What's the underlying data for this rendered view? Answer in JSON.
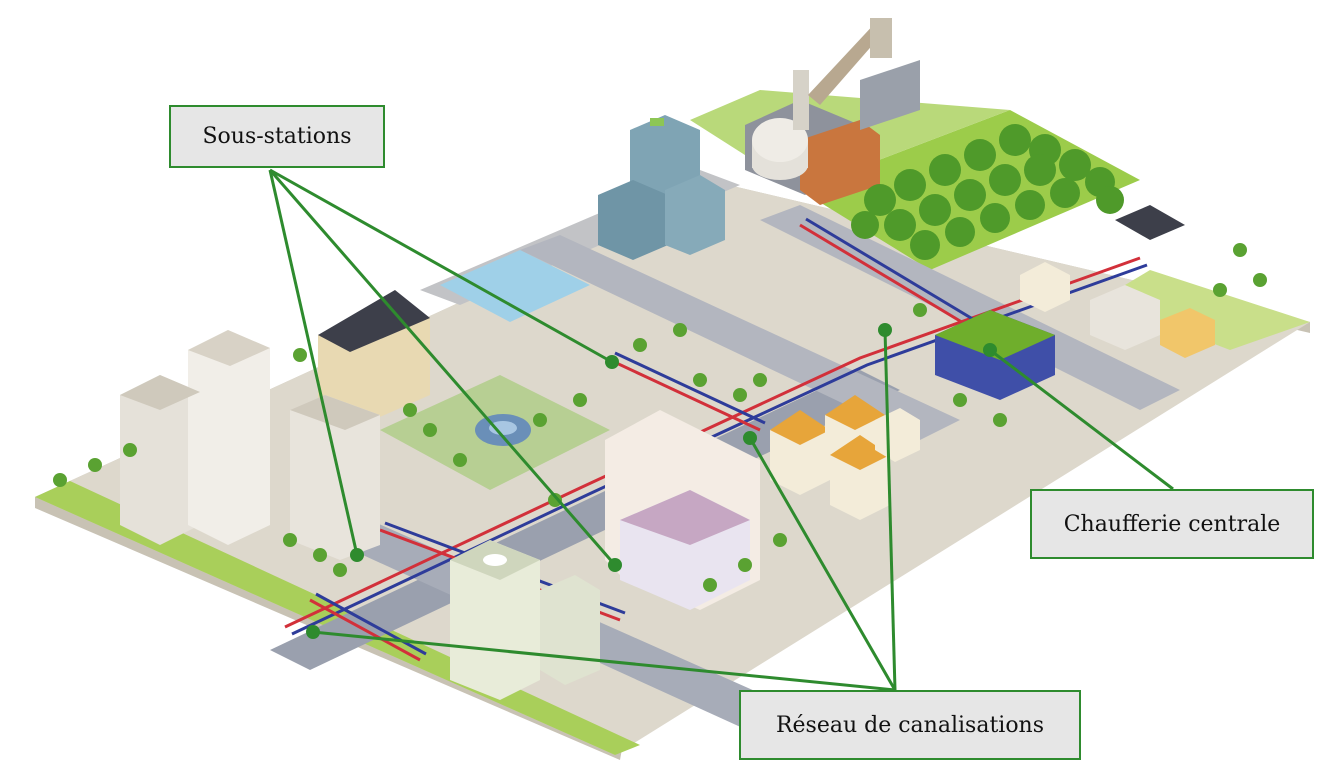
{
  "labels": {
    "substations": "Sous-stations",
    "central_boiler": "Chaufferie centrale",
    "pipe_network": "Réseau de canalisations"
  },
  "colors": {
    "callout_green": "#2e8b2e",
    "label_fill": "#e6e6e6",
    "grass": "#9ccc4a",
    "grass_dark": "#6fae2c",
    "ground": "#d9d3c7",
    "road": "#8f96a6",
    "sidewalk": "#ecebe6",
    "pipe_red": "#d2303a",
    "pipe_blue": "#2e3c9a",
    "tree": "#4f9a2a",
    "building_light": "#e8e4dc",
    "building_glass": "#7fa4b4",
    "roof_orange": "#e7a53a",
    "roof_dark": "#3d3f4a"
  }
}
